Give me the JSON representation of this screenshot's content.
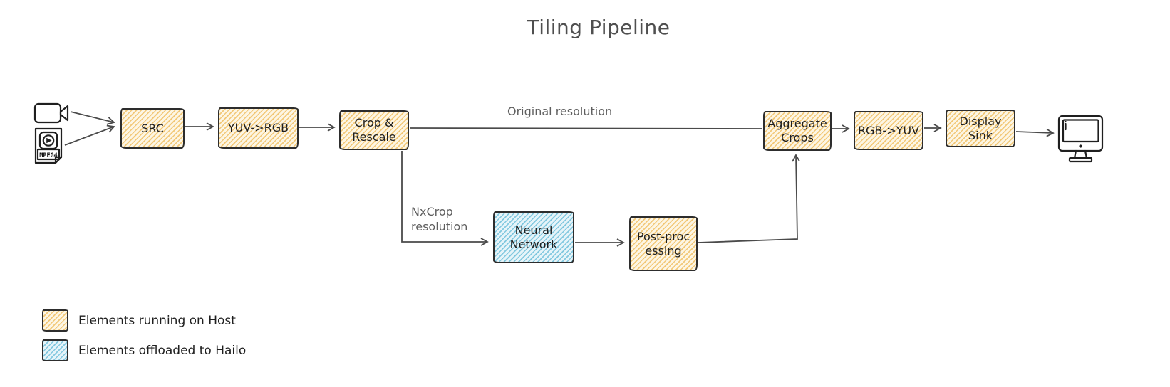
{
  "title": "Tiling Pipeline",
  "colors": {
    "canvas": "#ffffff",
    "stroke": "#2d2d2d",
    "arrow": "#4a4a4a",
    "text": "#1f1f1f",
    "title-color": "#4f4f4f",
    "muted-label": "#5f5f5f",
    "host-stripe": "#f2c878",
    "host-base": "#fdf6e4",
    "hailo-stripe": "#82c8df",
    "hailo-base": "#e6f4f9"
  },
  "diagram": {
    "nodes": [
      {
        "id": "src",
        "label": "SRC",
        "runs_on": "host"
      },
      {
        "id": "yuv-to-rgb",
        "label": "YUV->RGB",
        "runs_on": "host"
      },
      {
        "id": "crop-rescale",
        "label": "Crop &\nRescale",
        "runs_on": "host"
      },
      {
        "id": "neural-network",
        "label": "Neural\nNetwork",
        "runs_on": "hailo"
      },
      {
        "id": "post-processing",
        "label": "Post-proc\nessing",
        "runs_on": "host"
      },
      {
        "id": "aggregate-crops",
        "label": "Aggregate\nCrops",
        "runs_on": "host"
      },
      {
        "id": "rgb-to-yuv",
        "label": "RGB->YUV",
        "runs_on": "host"
      },
      {
        "id": "display-sink",
        "label": "Display\nSink",
        "runs_on": "host"
      }
    ],
    "edge_labels": [
      {
        "id": "original-resolution",
        "text": "Original resolution"
      },
      {
        "id": "nxcrop-resolution",
        "text": "NxCrop\nresolution"
      }
    ],
    "icons": {
      "video_camera": "video-camera-icon",
      "mpeg4_file": "mpeg4-file-icon",
      "mpeg4_label": "MPEG4",
      "display_monitor": "monitor-icon"
    }
  },
  "legend": {
    "items": [
      {
        "swatch": "host",
        "label": "Elements running on Host"
      },
      {
        "swatch": "hailo",
        "label": "Elements offloaded to Hailo"
      }
    ]
  }
}
